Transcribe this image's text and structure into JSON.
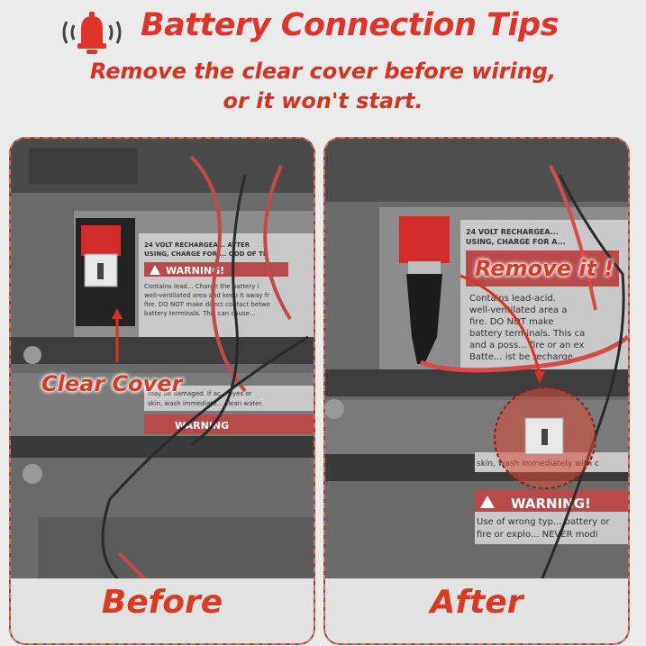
{
  "header": {
    "title": "Battery Connection Tips",
    "subtitle_line1": "Remove the clear cover before wiring,",
    "subtitle_line2": "or it won't start.",
    "icon": "alarm-bell-icon"
  },
  "colors": {
    "accent": "#e0342a",
    "panel_border": "#e46a52"
  },
  "before": {
    "caption": "Before",
    "callout": "Clear Cover",
    "battery_label": {
      "line1": "24 VOLT RECHARGEA... ATTER",
      "line2": "USING, CHARGE FOR ... OOD OF TI",
      "warning": "WARNING!",
      "body1": "Contains lead... Charge the battery i",
      "body2": "well-ventilated area and keep it away fr",
      "body3": "fire. DO NOT make direct contact betwe",
      "body4": "battery terminals. This can cause...",
      "lower1": "may be damaged. If ac... eyes or",
      "lower2": "skin, wash immediate... clean water.",
      "warning2": "WARNING"
    }
  },
  "after": {
    "caption": "After",
    "callout": "Remove it !",
    "battery_label": {
      "line1": "24 VOLT RECHARGEA...",
      "line2": "USING, CHARGE FOR A...",
      "body1": "Contains lead-acid.",
      "body2": "well-ventilated area a",
      "body3": "fire. DO NOT make",
      "body4": "battery terminals. This ca",
      "body5": "and a poss... fire or an ex",
      "body6": "Batte... ist be recharge",
      "lower1": "skin, wash immediately with c",
      "warning2": "WARNING!",
      "lower2": "Use of wrong typ... battery or",
      "lower3": "fire or explo... NEVER modi"
    }
  }
}
